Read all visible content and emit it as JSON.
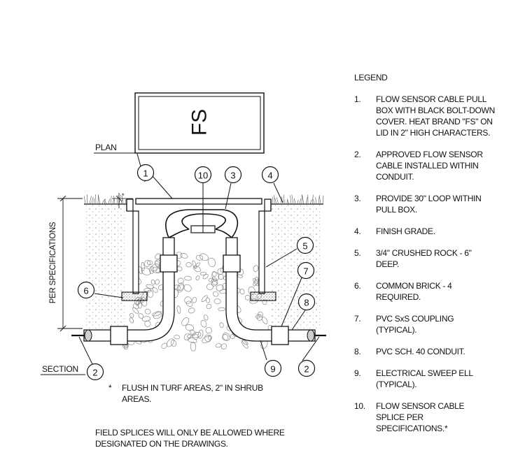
{
  "labels": {
    "plan": "PLAN",
    "section": "SECTION",
    "fs": "FS",
    "per_specifications": "PER SPECIFICATIONS"
  },
  "callouts": [
    "1",
    "2",
    "2",
    "3",
    "4",
    "5",
    "6",
    "7",
    "8",
    "9",
    "10"
  ],
  "legend": {
    "title": "LEGEND",
    "items": [
      {
        "num": "1.",
        "text": "FLOW SENSOR CABLE PULL BOX WITH BLACK BOLT-DOWN COVER. HEAT BRAND \"FS\" ON LID IN 2\" HIGH CHARACTERS."
      },
      {
        "num": "2.",
        "text": "APPROVED FLOW SENSOR CABLE INSTALLED WITHIN CONDUIT."
      },
      {
        "num": "3.",
        "text": "PROVIDE 30\" LOOP WITHIN PULL BOX."
      },
      {
        "num": "4.",
        "text": "FINISH GRADE."
      },
      {
        "num": "5.",
        "text": "3/4\" CRUSHED ROCK - 6\" DEEP."
      },
      {
        "num": "6.",
        "text": "COMMON BRICK - 4 REQUIRED."
      },
      {
        "num": "7.",
        "text": "PVC SxS COUPLING (TYPICAL)."
      },
      {
        "num": "8.",
        "text": "PVC SCH. 40 CONDUIT."
      },
      {
        "num": "9.",
        "text": "ELECTRICAL SWEEP ELL (TYPICAL)."
      },
      {
        "num": "10.",
        "text": "FLOW SENSOR CABLE SPLICE PER SPECIFICATIONS.*"
      }
    ]
  },
  "notes": {
    "asterisk": "*",
    "flush": "FLUSH IN TURF AREAS, 2\" IN SHRUB AREAS.",
    "field_splices": "FIELD SPLICES WILL ONLY BE ALLOWED WHERE DESIGNATED ON THE DRAWINGS."
  }
}
